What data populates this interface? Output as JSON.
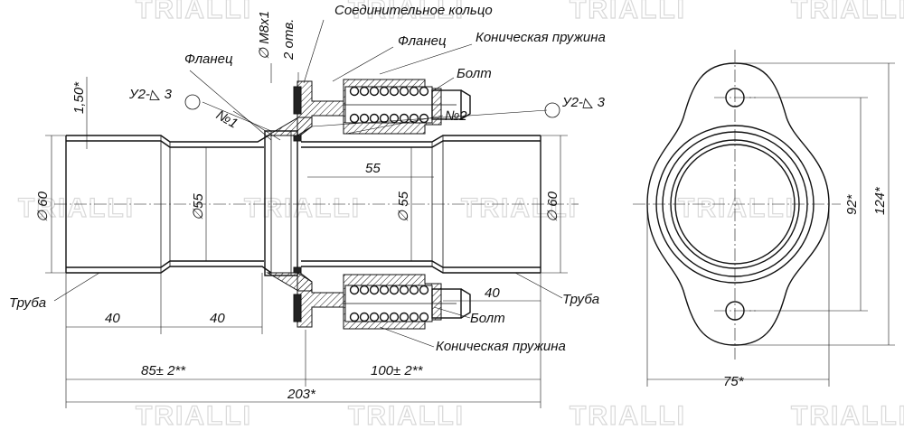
{
  "watermark": "TRIALLI",
  "labels": {
    "connecting_ring": "Соединительное кольцо",
    "flange_top": "Фланец",
    "flange_left": "Фланец",
    "conical_spring_top": "Коническая пружина",
    "conical_spring_bottom": "Коническая пружина",
    "bolt_top": "Болт",
    "bolt_bottom": "Болт",
    "pipe_left": "Труба",
    "pipe_right": "Труба",
    "part_no1": "№1",
    "part_no2": "№2",
    "thread": "∅ M8x1",
    "holes": "2 отв.",
    "weld_left": "У2-◺ 3",
    "weld_right": "У2-◺ 3"
  },
  "dimensions": {
    "thickness": "1,50*",
    "dia_left": "∅ 60",
    "dia_inner_left": "∅55",
    "dia_inner_right": "∅ 55",
    "dia_right": "∅ 60",
    "len_55": "55",
    "len_40_a": "40",
    "len_40_b": "40",
    "len_40_c": "40",
    "len_85": "85± 2**",
    "len_100": "100± 2**",
    "len_203": "203*",
    "flange_92": "92*",
    "flange_124": "124*",
    "flange_75": "75*"
  }
}
